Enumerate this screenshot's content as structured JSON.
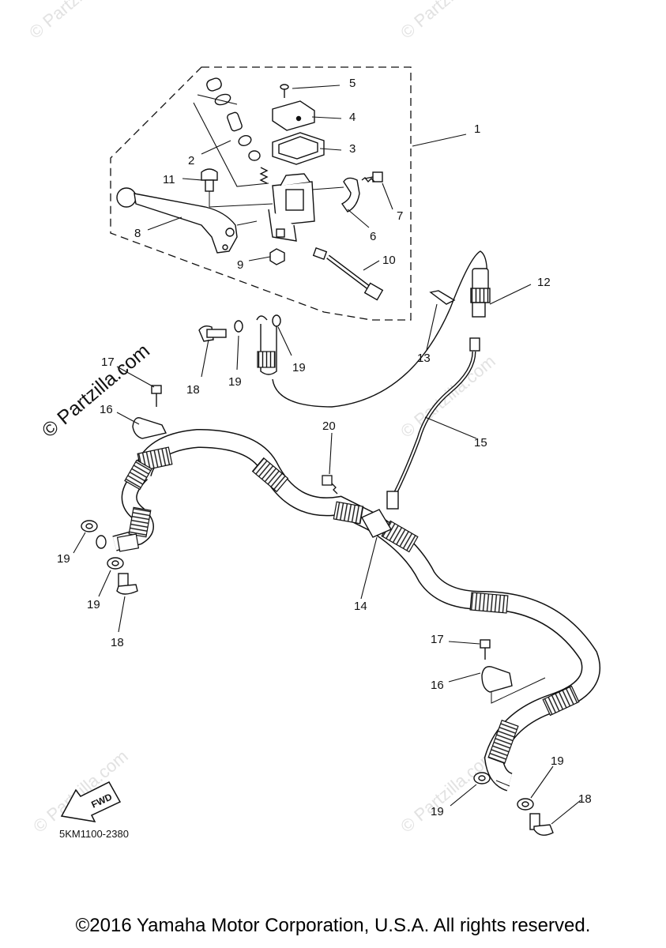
{
  "diagram": {
    "callouts": {
      "c1": "1",
      "c2": "2",
      "c3": "3",
      "c4": "4",
      "c5": "5",
      "c6": "6",
      "c7": "7",
      "c8": "8",
      "c9": "9",
      "c10": "10",
      "c11": "11",
      "c12": "12",
      "c13": "13",
      "c14": "14",
      "c15": "15",
      "c16a": "16",
      "c16b": "16",
      "c17a": "17",
      "c17b": "17",
      "c18a": "18",
      "c18b": "18",
      "c18c": "18",
      "c19a": "19",
      "c19b": "19",
      "c19c": "19",
      "c19d": "19",
      "c19e": "19",
      "c19f": "19",
      "c20": "20"
    },
    "fwd_label": "FWD",
    "diagram_code": "5KM1100-2380",
    "watermark_main": "© Partzilla.com",
    "watermark_faint": "© Partzilla.com"
  },
  "footer": {
    "copyright": "©2016 Yamaha Motor Corporation, U.S.A. All rights reserved."
  }
}
